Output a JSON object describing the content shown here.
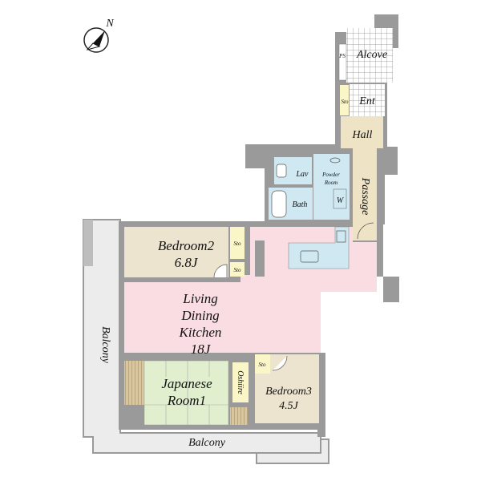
{
  "compass": {
    "label": "N"
  },
  "rooms": {
    "alcove": "Alcove",
    "ps": "PS",
    "ent": "Ent",
    "ent_sto": "Sto",
    "hall": "Hall",
    "passage": "Passage",
    "lav": "Lav",
    "powder_room_1": "Powder",
    "powder_room_2": "Room",
    "washer": "W",
    "bath": "Bath",
    "bedroom2_name": "Bedroom2",
    "bedroom2_size": "6.8J",
    "bedroom2_sto1": "Sto",
    "bedroom2_sto2": "Sto",
    "ldk_1": "Living",
    "ldk_2": "Dining",
    "ldk_3": "Kitchen",
    "ldk_size": "18J",
    "japanese_1": "Japanese",
    "japanese_2": "Room1",
    "oshiire": "Oshiire",
    "bedroom3_sto": "Sto",
    "bedroom3_name": "Bedroom3",
    "bedroom3_size": "4.5J",
    "balcony_left": "Balcony",
    "balcony_bottom": "Balcony"
  },
  "colors": {
    "wall": "#9a9a9a",
    "balcony": "#ececec",
    "ldk": "#f9dde2",
    "bedroom": "#ece4cf",
    "wet": "#cfe8f2",
    "japanese": "#e1efce",
    "storage": "#fbf6c8",
    "hall": "#efe3c6",
    "tatami_edge": "#c9b48a"
  }
}
